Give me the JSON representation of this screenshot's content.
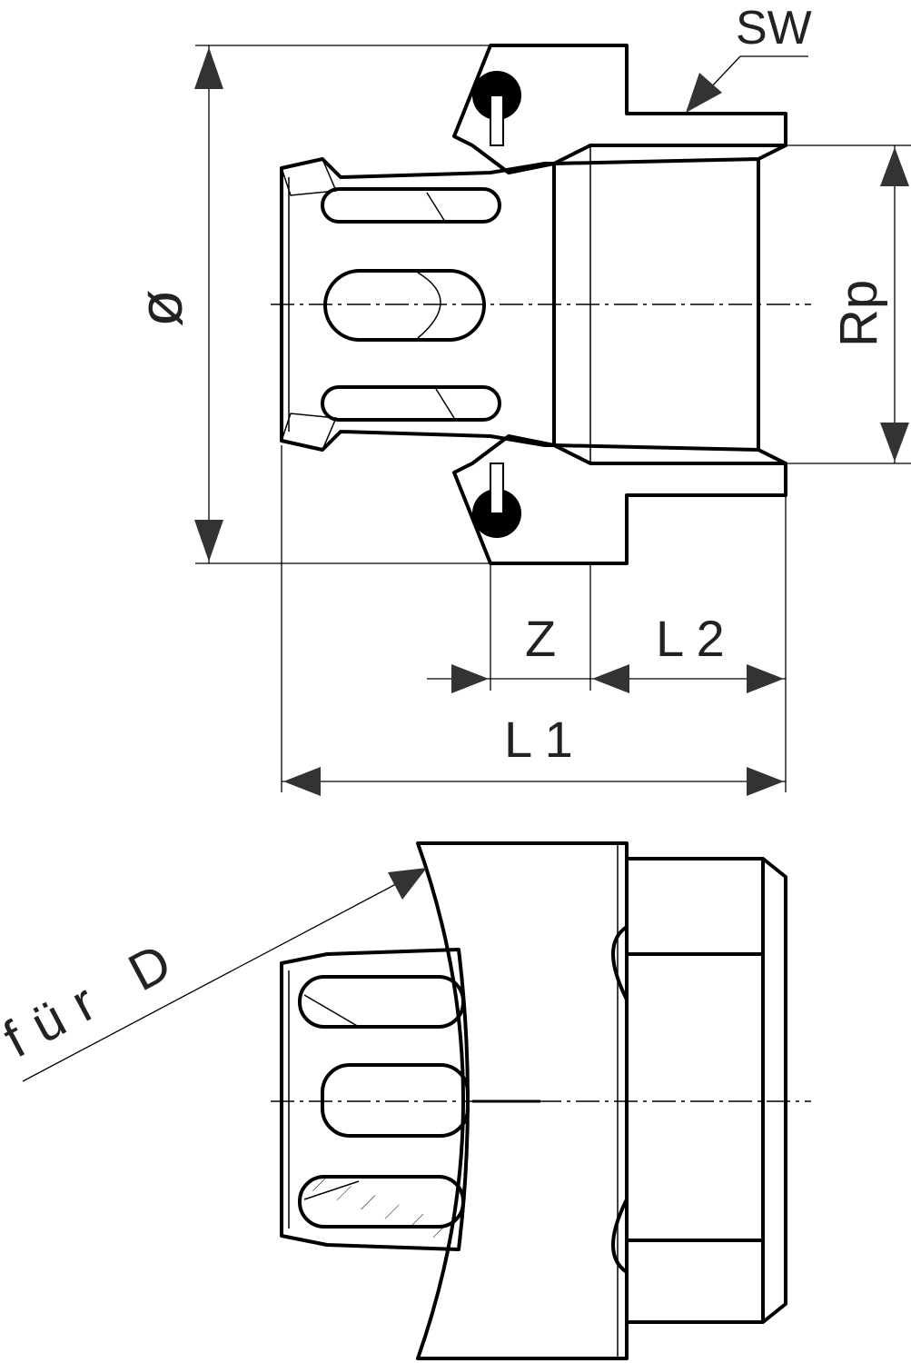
{
  "labels": {
    "sw": "SW",
    "diameter": "ø",
    "rp": "Rp",
    "z": "Z",
    "l2": "L 2",
    "l1": "L 1",
    "fuer_d": "für D"
  }
}
